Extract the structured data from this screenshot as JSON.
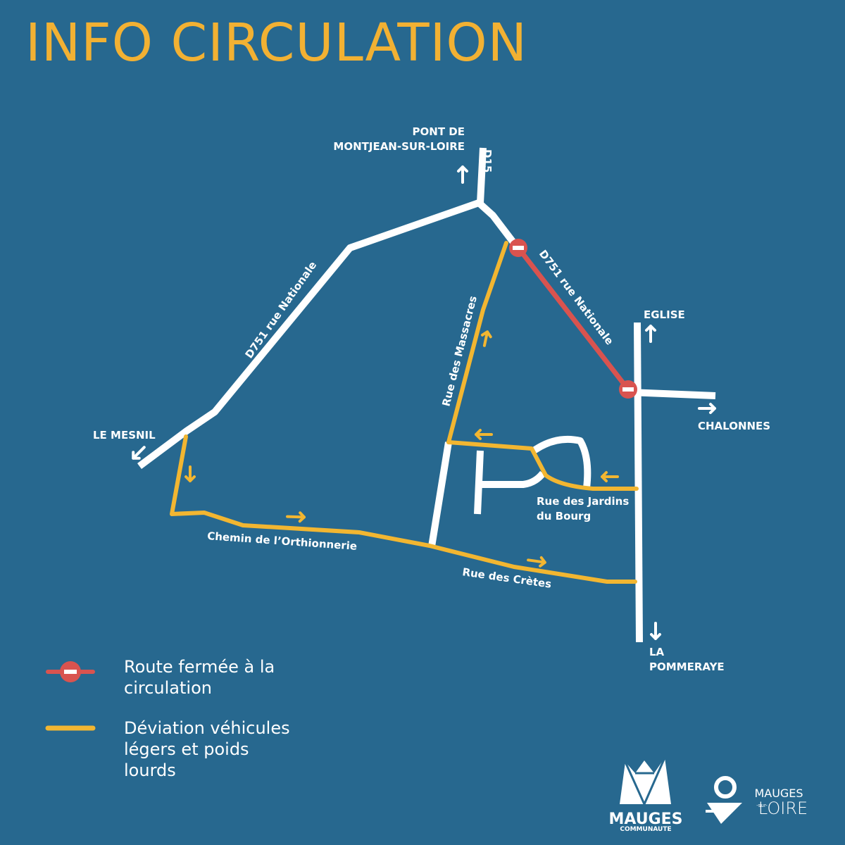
{
  "title": "INFO CIRCULATION",
  "places": {
    "pont_de": "PONT DE",
    "montjean": "MONTJEAN-SUR-LOIRE",
    "eglise": "EGLISE",
    "chalonnes": "CHALONNES",
    "le_mesnil": "LE MESNIL",
    "la": "LA",
    "pommeraye": "POMMERAYE"
  },
  "roads": {
    "d15": "D15",
    "d751_west": "D751 rue Nationale",
    "d751_east": "D751 rue Nationale",
    "massacres": "Rue des Massacres",
    "jardins_line1": "Rue des Jardins",
    "jardins_line2": "du Bourg",
    "orthionnerie": "Chemin de l’Orthionnerie",
    "cretes": "Rue des Crètes"
  },
  "legend": {
    "closed": "Route fermée à la\ncirculation",
    "detour": "Déviation véhicules\nlégers et poids\nlourds"
  },
  "logos": {
    "mauges": "MAUGES",
    "communaute": "COMMUNAUTE",
    "msl_top": "MAUGES",
    "msl_sur": "-sur-",
    "msl_bottom": "LOIRE"
  },
  "colors": {
    "background": "#27688f",
    "title": "#f2b133",
    "road": "#ffffff",
    "detour": "#f2b631",
    "closed": "#d9534f"
  }
}
